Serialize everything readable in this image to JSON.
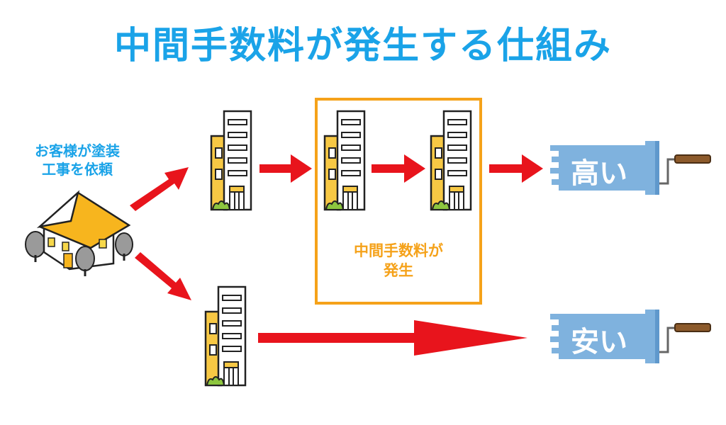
{
  "title": "中間手数料が発生する仕組み",
  "customer": {
    "line1": "お客様が塗装",
    "line2": "工事を依頼"
  },
  "fee": {
    "line1": "中間手数料が",
    "line2": "発生"
  },
  "outcomes": {
    "high": "高い",
    "low": "安い"
  },
  "colors": {
    "title": "#1aa3e8",
    "arrow": "#e8141c",
    "box": "#f5a21a",
    "roller": "#7fb2de",
    "building_accent": "#f7c844"
  }
}
